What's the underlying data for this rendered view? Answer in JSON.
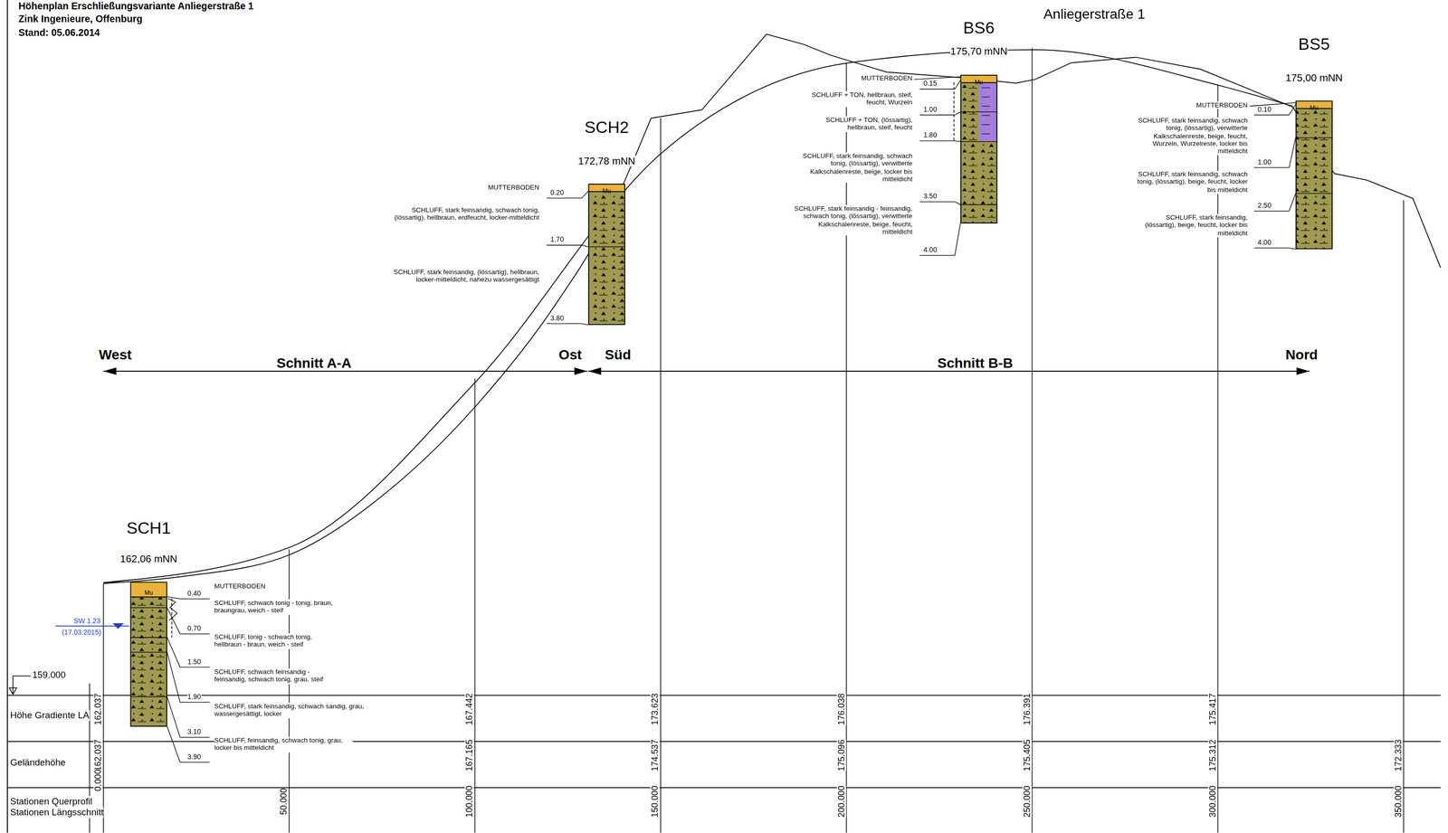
{
  "diagram": {
    "title": "Höhenplan Erschließungsvariante Anliegerstraße 1",
    "nodes": [
      {
        "text": [
          "SCH1",
          "162,06 mNN"
        ]
      },
      {
        "text": [
          "Mu"
        ],
        "in": 0
      },
      {
        "text": [
          "SCH2",
          "172,78 mNN"
        ]
      },
      {
        "text": [
          "Mu"
        ],
        "in": 2
      },
      {
        "text": [
          "BS6",
          "175,70 mNN"
        ]
      },
      {
        "text": [
          "Mu"
        ],
        "in": 4
      },
      {
        "text": [
          "BS5",
          "175,00 mNN"
        ]
      },
      {
        "text": [
          "Mu"
        ],
        "in": 6
      }
    ],
    "labels": [
      "Zink Ingenieure, Offenburg",
      "Stand: 05.06.2014",
      "Anliegerstraße 1",
      "MUTTERBODEN",
      "0.40",
      "SCHLUFF, schwach tonig - tonig, braun, braungrau, weich - steif",
      "0.70",
      "SCHLUFF, tonig - schwach tonig, hellbraun - braun, weich - steif",
      "1.50",
      "SCHLUFF, schwach feinsandig - feinsandig, schwach tonig, grau, steif",
      "1.90",
      "SCHLUFF, stark feinsandig, schwach sandig, grau, wassergesättigt, locker",
      "3.10",
      "SCHLUFF, feinsandig, schwach tonig, grau, locker bis mitteldicht",
      "3.90",
      "SW 1.23",
      "(17.03.2015)",
      "MUTTERBODEN",
      "0.20",
      "SCHLUFF, stark feinsandig, schwach tonig, (lössartig), hellbraun, erdfeucht, locker-mitteldicht",
      "1.70",
      "SCHLUFF, stark feinsandig, (lössartig), hellbraun, locker-mitteldicht, nahezu wassergesättigt",
      "3.80",
      "MUTTERBODEN",
      "0.15",
      "SCHLUFF + TON, hellbraun, steif, feucht, Wurzeln",
      "1.00",
      "SCHLUFF + TON, (lössartig), hellbraun, steif, feucht",
      "1.80",
      "SCHLUFF, stark feinsandig, schwach tonig, (lössartig), verwitterte Kalkschalenreste, beige, locker bis mitteldicht",
      "3.50",
      "SCHLUFF, stark feinsandig - feinsandig, schwach tonig, (lössartig), verwitterte Kalkschalenreste, beige, feucht, mitteldicht",
      "4.00",
      "MUTTERBODEN",
      "0.10",
      "SCHLUFF, stark feinsandig, schwach tonig, (lössartig), verwitterte Kalkschalenreste, beige, feucht, Wurzeln, Wurzelreste, locker bis mitteldicht",
      "1.00",
      "SCHLUFF, stark feinsandig, schwach tonig, (lössartig), beige, feucht, locker bis mitteldicht",
      "2.50",
      "SCHLUFF, stark feinsandig, (lössartig), beige, feucht, locker bis mitteldicht",
      "4.00",
      "West",
      "Schnitt A-A",
      "Ost",
      "Süd",
      "Schnitt B-B",
      "Nord",
      "159.000",
      "Höhe Gradiente LA",
      "Geländehöhe",
      "Stationen Querprofil",
      "Stationen Längsschnitt",
      "162.037",
      "162.037",
      "167.442",
      "167.165",
      "173.623",
      "174.537",
      "176.038",
      "175.096",
      "176.391",
      "175.405",
      "175.417",
      "175.312",
      "172.333",
      "0.000",
      "50.000",
      "100.000",
      "150.000",
      "200.000",
      "250.000",
      "300.000",
      "350.000"
    ]
  }
}
